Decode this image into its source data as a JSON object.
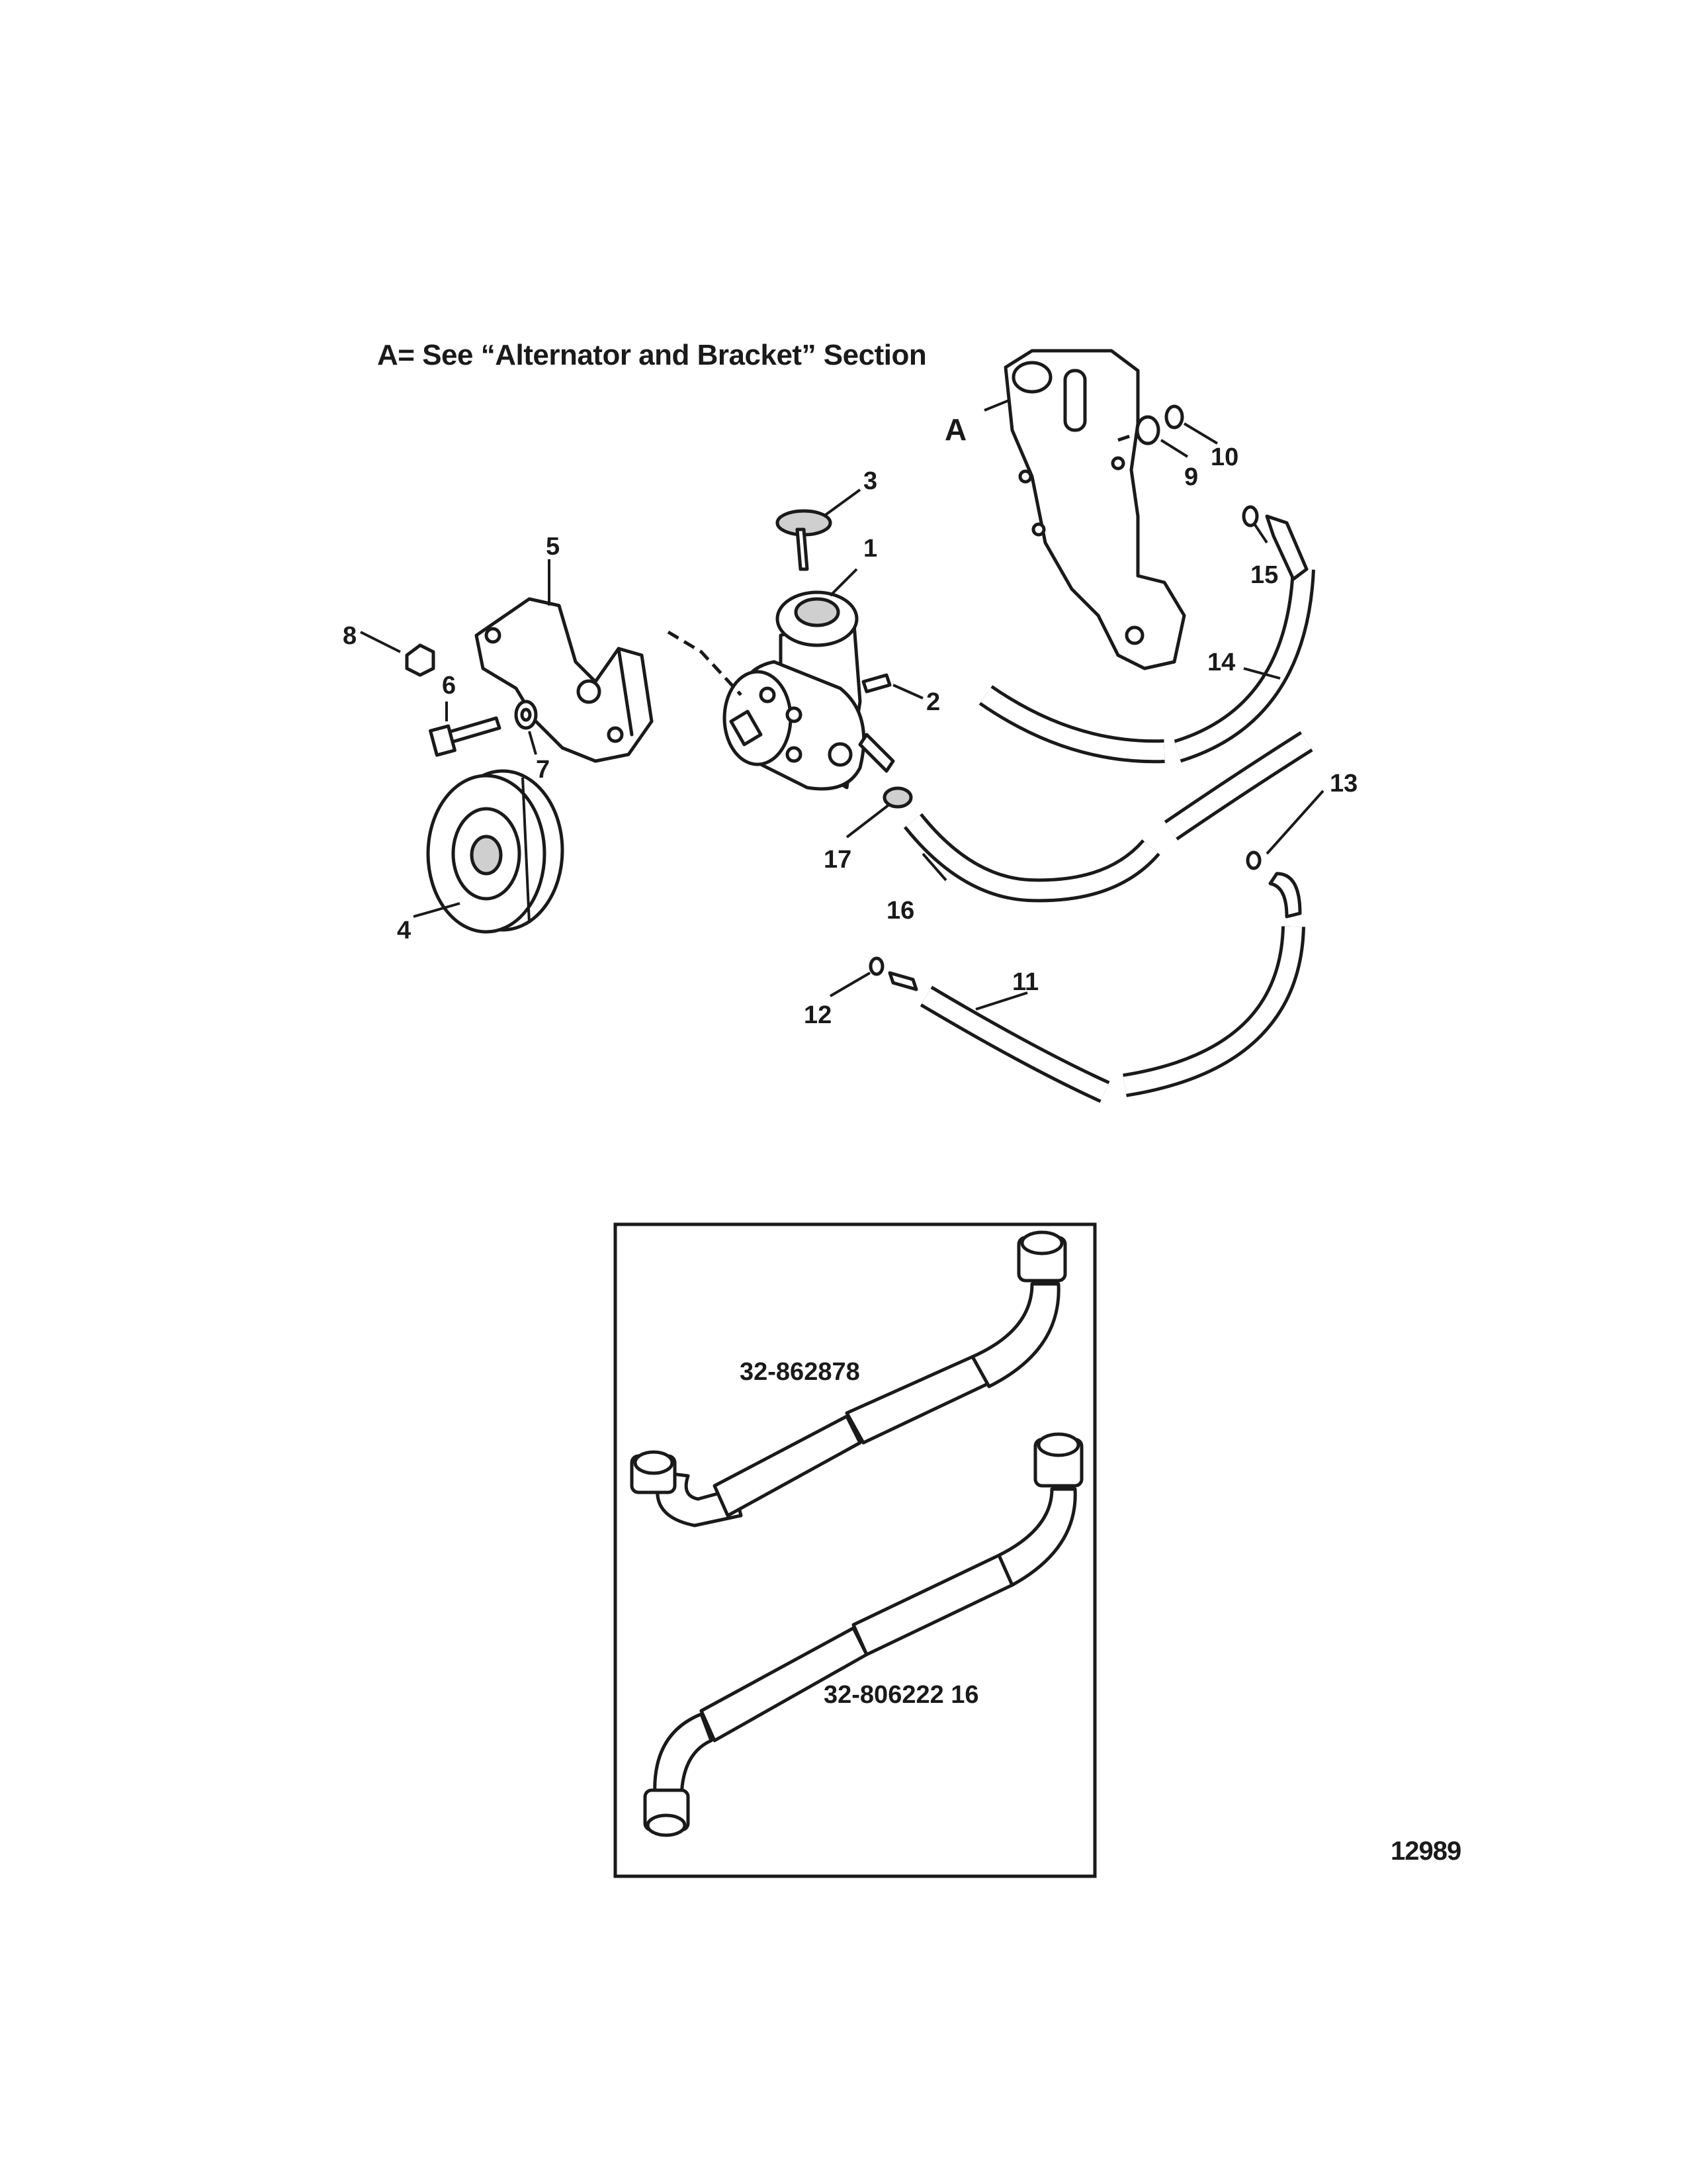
{
  "header_note": "A= See “Alternator and Bracket” Section",
  "bracket_ref": "A",
  "callouts": {
    "c1": "1",
    "c2": "2",
    "c3": "3",
    "c4": "4",
    "c5": "5",
    "c6": "6",
    "c7": "7",
    "c8": "8",
    "c9": "9",
    "c10": "10",
    "c11": "11",
    "c12": "12",
    "c13": "13",
    "c14": "14",
    "c15": "15",
    "c16": "16",
    "c17": "17"
  },
  "inset": {
    "upper_hose_part": "32-862878",
    "lower_hose_part": "32-806222 16"
  },
  "figure_number": "12989"
}
